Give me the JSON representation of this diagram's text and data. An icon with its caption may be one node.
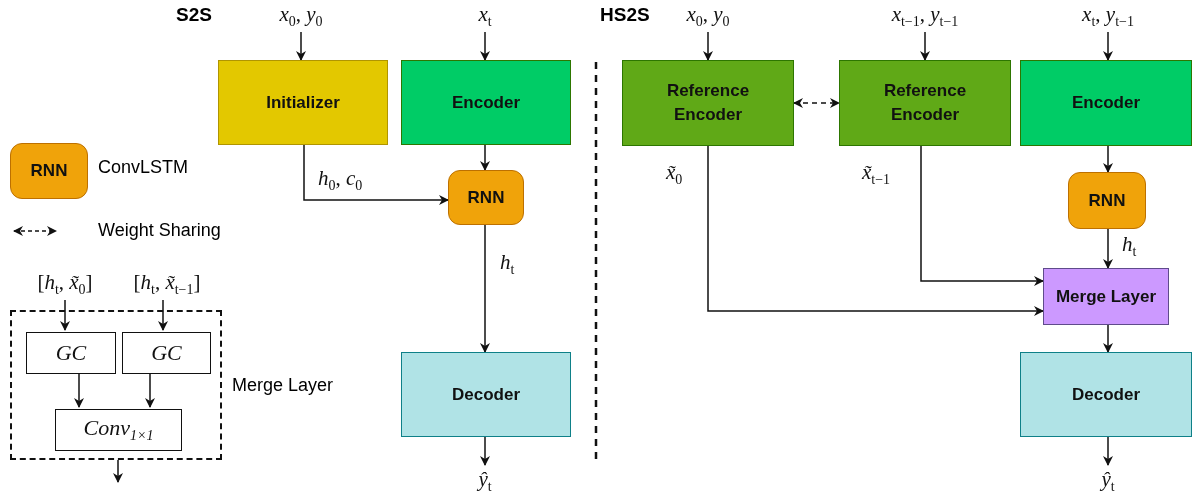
{
  "diagram": {
    "nodes": [
      {
        "text": [
          "*x*$_{0}$, *y*$_{0}$"
        ]
      },
      {
        "text": [
          "*x*$_{t}$"
        ]
      },
      {
        "text": [
          "Initializer"
        ]
      },
      {
        "text": [
          "Encoder"
        ]
      },
      {
        "text": [
          "RNN"
        ]
      },
      {
        "text": [
          "Decoder"
        ]
      },
      {
        "text": [
          "*ŷ*$_{t}$"
        ]
      },
      {
        "text": [
          "*x*$_{0}$, *y*$_{0}$"
        ]
      },
      {
        "text": [
          "*x*$_{t−1}$, *y*$_{t−1}$"
        ]
      },
      {
        "text": [
          "*x*$_{t}$, *y*$_{t−1}$"
        ]
      },
      {
        "text": [
          "Reference Encoder"
        ]
      },
      {
        "text": [
          "Reference Encoder"
        ]
      },
      {
        "text": [
          "Encoder"
        ]
      },
      {
        "text": [
          "RNN"
        ]
      },
      {
        "text": [
          "Merge Layer"
        ]
      },
      {
        "text": [
          "Decoder"
        ]
      },
      {
        "text": [
          "*ŷ*$_{t}$"
        ]
      },
      {
        "text": [
          "RNN"
        ],
        "beside": [
          "ConvLSTM"
        ]
      },
      {
        "text": [
          "[*h*$_{t}$, *x̃*$_{0}$]"
        ]
      },
      {
        "text": [
          "[*h*$_{t}$, *x̃*$_{t−1}$]"
        ]
      },
      {
        "text": [],
        "shape": "box",
        "beside": [
          "Merge Layer"
        ]
      },
      {
        "text": [
          "GC"
        ],
        "in": 20
      },
      {
        "text": [
          "GC"
        ],
        "in": 20
      },
      {
        "text": [
          "*Conv*$_{1×1}$"
        ],
        "in": 20
      }
    ],
    "edges": [
      {
        "from": 0,
        "to": 2,
        "arrow": "to"
      },
      {
        "from": 1,
        "to": 3,
        "arrow": "to"
      },
      {
        "from": 2,
        "to": 4,
        "arrow": "to",
        "label": "*h*$_{0}$, *c*$_{0}$"
      },
      {
        "from": 3,
        "to": 4,
        "arrow": "to"
      },
      {
        "from": 4,
        "to": 5,
        "arrow": "to",
        "label": "*h*$_{t}$"
      },
      {
        "from": 5,
        "to": 6,
        "arrow": "to"
      },
      {
        "from": 7,
        "to": 10,
        "arrow": "to"
      },
      {
        "from": 8,
        "to": 11,
        "arrow": "to"
      },
      {
        "from": 9,
        "to": 12,
        "arrow": "to"
      },
      {
        "from": 10,
        "to": 11,
        "arrow": "both",
        "style": "dashed"
      },
      {
        "from": 10,
        "to": 14,
        "arrow": "to",
        "label": "*x̃*$_{0}$"
      },
      {
        "from": 11,
        "to": 14,
        "arrow": "to",
        "label": "*x̃*$_{t−1}$"
      },
      {
        "from": 12,
        "to": 13,
        "arrow": "to"
      },
      {
        "from": 13,
        "to": 14,
        "arrow": "to",
        "label": "*h*$_{t}$"
      },
      {
        "from": 14,
        "to": 15,
        "arrow": "to"
      },
      {
        "from": 15,
        "to": 16,
        "arrow": "to"
      },
      {
        "from": 18,
        "to": 21,
        "arrow": "to"
      },
      {
        "from": 19,
        "to": 22,
        "arrow": "to"
      },
      {
        "from": 21,
        "to": 23,
        "arrow": "to"
      },
      {
        "from": 22,
        "to": 23,
        "arrow": "to"
      },
      {
        "from": 20,
        "to": null,
        "arrow": "to"
      }
    ],
    "labels": [
      "S2S",
      "HS2S"
    ],
    "legend": [
      {
        "text": "Weight Sharing"
      }
    ]
  }
}
